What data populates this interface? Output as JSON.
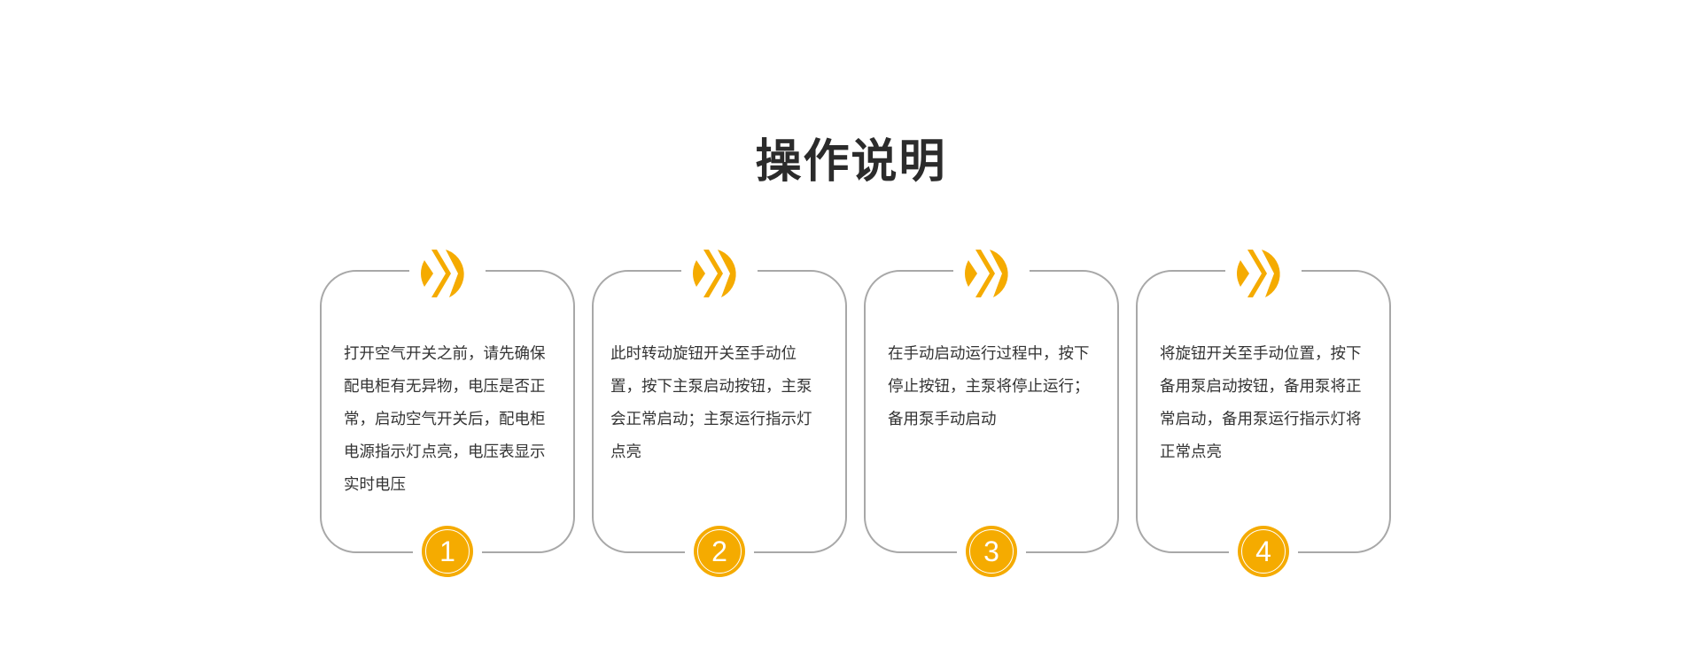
{
  "title": "操作说明",
  "colors": {
    "accent": "#f5ab00",
    "frame": "#a8a8a8",
    "text": "#333333",
    "title": "#2b2b2b"
  },
  "steps": [
    {
      "number": "1",
      "icon": "double-chevron-right-icon",
      "text": "打开空气开关之前，请先确保配电柜有无异物，电压是否正常，启动空气开关后，配电柜电源指示灯点亮，电压表显示实时电压"
    },
    {
      "number": "2",
      "icon": "double-chevron-right-icon",
      "text": "此时转动旋钮开关至手动位置，按下主泵启动按钮，主泵会正常启动；主泵运行指示灯点亮"
    },
    {
      "number": "3",
      "icon": "double-chevron-right-icon",
      "text": "在手动启动运行过程中，按下停止按钮，主泵将停止运行；备用泵手动启动"
    },
    {
      "number": "4",
      "icon": "double-chevron-right-icon",
      "text": "将旋钮开关至手动位置，按下备用泵启动按钮，备用泵将正常启动，备用泵运行指示灯将正常点亮"
    }
  ]
}
